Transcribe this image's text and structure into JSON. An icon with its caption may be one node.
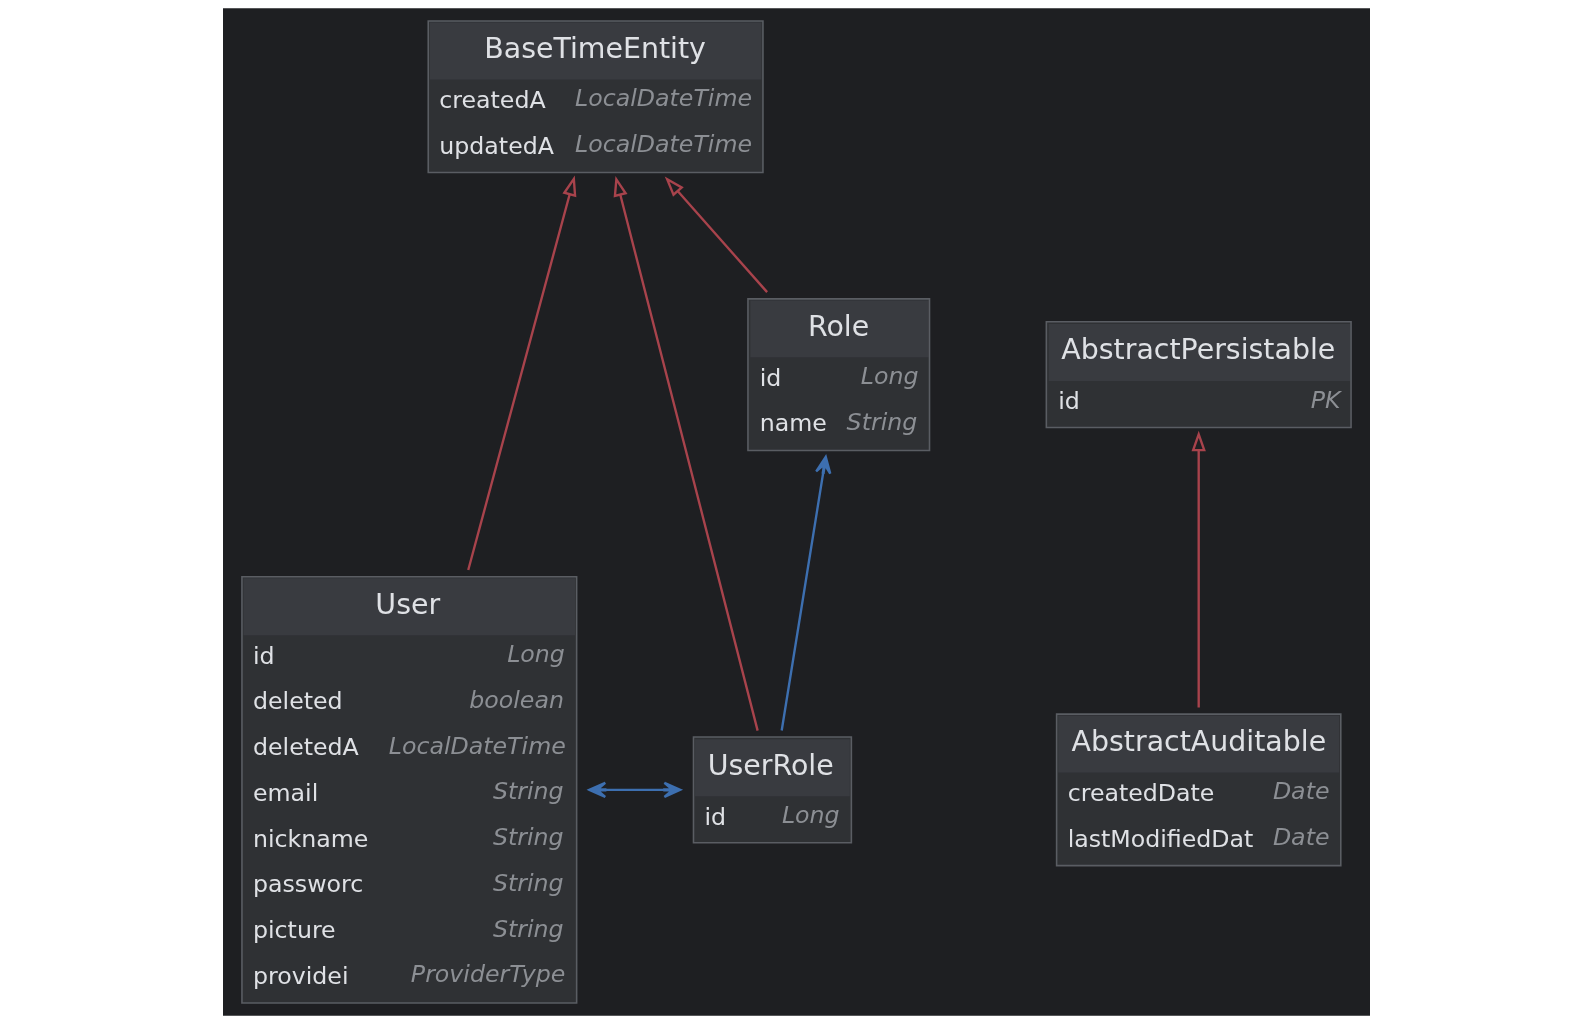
{
  "diagram": {
    "nodes": [
      {
        "text": [
          "BaseTimeEntity",
          "createdA",
          "LocalDateTime",
          "updatedA",
          "LocalDateTime"
        ]
      },
      {
        "text": [
          "AbstractPersistable",
          "id",
          "PK"
        ]
      },
      {
        "text": [
          "User",
          "id",
          "Long",
          "deleted",
          "boolean",
          "deletedA",
          "LocalDateTime",
          "email",
          "String",
          "nickname",
          "String",
          "passworc",
          "String",
          "picture",
          "String",
          "providei",
          "ProviderType"
        ]
      },
      {
        "text": [
          "Role",
          "id",
          "Long",
          "name",
          "String"
        ]
      },
      {
        "text": [
          "AbstractAuditable",
          "createdDate",
          "Date",
          "lastModifiedDat",
          "Date"
        ]
      },
      {
        "text": [
          "UserRole",
          "id",
          "Long"
        ]
      }
    ],
    "edges": [
      {
        "from": 2,
        "to": 0,
        "arrow": "to"
      },
      {
        "from": 3,
        "to": 0,
        "arrow": "to"
      },
      {
        "from": 5,
        "to": 0,
        "arrow": "to"
      },
      {
        "from": 4,
        "to": 1,
        "arrow": "to"
      },
      {
        "from": 5,
        "to": 3,
        "arrow": "to",
        "color": "#3d6fb0"
      },
      {
        "from": 2,
        "to": 5,
        "arrow": "both",
        "color": "#3d6fb0"
      }
    ]
  }
}
